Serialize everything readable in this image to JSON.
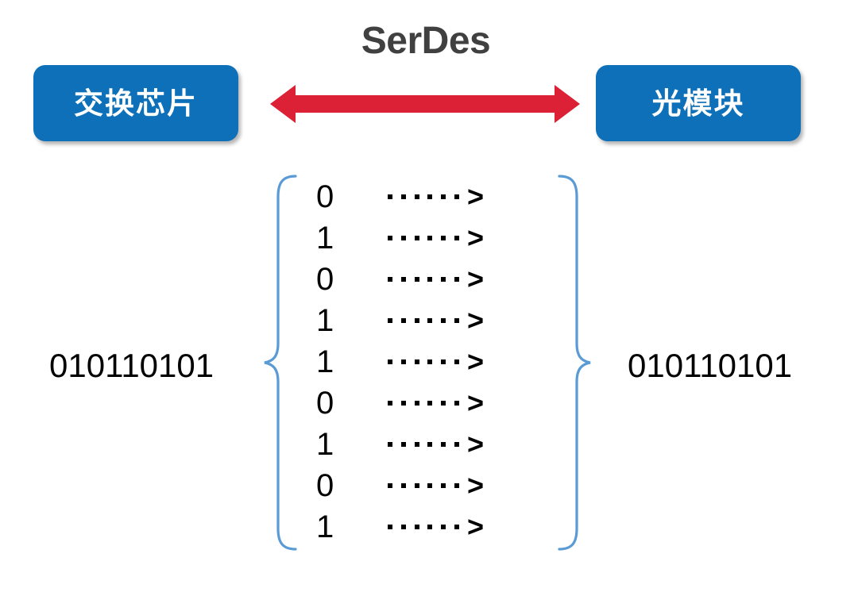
{
  "diagram": {
    "title": "SerDes",
    "nodes": {
      "left": {
        "label": "交换芯片"
      },
      "right": {
        "label": "光模块"
      }
    },
    "connector": {
      "type": "double-headed-arrow",
      "color": "#DC2035"
    },
    "streams": {
      "left_binary": "010110101",
      "right_binary": "010110101"
    },
    "lanes": {
      "count": 9,
      "bits": [
        "0",
        "1",
        "0",
        "1",
        "1",
        "0",
        "1",
        "0",
        "1"
      ],
      "dot_count": 6,
      "arrow_glyph": ">"
    },
    "colors": {
      "box_blue": "#0E70B8",
      "arrow_red": "#DC2035",
      "brace_blue": "#5B9BD5",
      "title_gray": "#404040",
      "text_black": "#000000",
      "background": "#FFFFFF"
    }
  }
}
